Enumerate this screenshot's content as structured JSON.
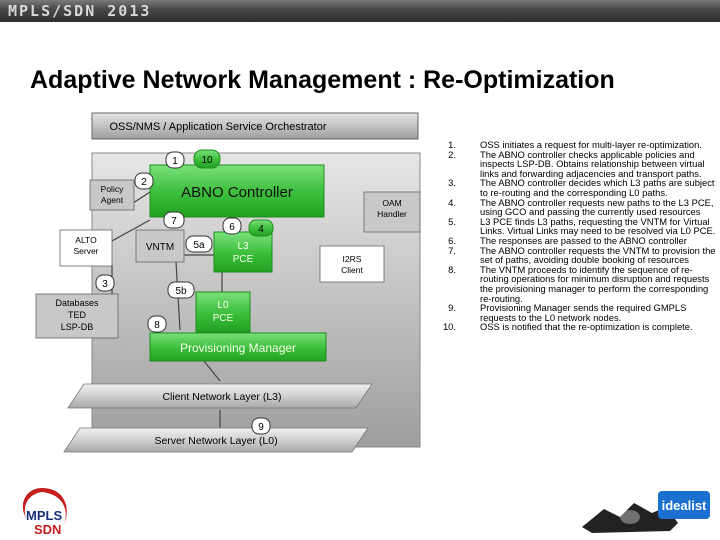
{
  "header": {
    "brand": "MPLS/SDN 2013"
  },
  "title": "Adaptive Network Management : Re-Optimization",
  "diagram": {
    "oss_bar": "OSS/NMS / Application Service Orchestrator",
    "abno_controller": "ABNO Controller",
    "policy_agent": [
      "Policy",
      "Agent"
    ],
    "oam_handler": [
      "OAM",
      "Handler"
    ],
    "alto_server": [
      "ALTO",
      "Server"
    ],
    "vntm": "VNTM",
    "l3_pce": [
      "L3",
      "PCE"
    ],
    "l0_pce": [
      "L0",
      "PCE"
    ],
    "i2rs_client": [
      "I2RS",
      "Client"
    ],
    "databases": [
      "Databases",
      "TED",
      "LSP-DB"
    ],
    "provisioning_manager": "Provisioning Manager",
    "client_layer": "Client Network Layer (L3)",
    "server_layer": "Server Network Layer (L0)",
    "markers": {
      "m1": "1",
      "m10": "10",
      "m2": "2",
      "m3": "3",
      "m4": "4",
      "m5a": "5a",
      "m5b": "5b",
      "m6": "6",
      "m7": "7",
      "m8": "8",
      "m9": "9"
    }
  },
  "steps": [
    {
      "num": "1.",
      "text": "OSS initiates a request for multi-layer re-optimization."
    },
    {
      "num": "2.",
      "text": "The ABNO controller checks applicable policies and inspects LSP-DB. Obtains relationship between virtual links and forwarding adjacencies and transport paths."
    },
    {
      "num": "3.",
      "text": "The ABNO controller decides which L3 paths are subject to re-routing and the corresponding L0 paths."
    },
    {
      "num": "4.",
      "text": "The ABNO controller requests new paths to the L3 PCE, using GCO and passing the currently used resources"
    },
    {
      "num": "5.",
      "text": "L3 PCE finds L3 paths, requesting the VNTM for Virtual Links. Virtual Links may need to be resolved via L0 PCE."
    },
    {
      "num": "6.",
      "text": "The responses are passed to the ABNO controller"
    },
    {
      "num": "7.",
      "text": "The ABNO controller requests the VNTM to provision the set of paths, avoiding double booking of resources"
    },
    {
      "num": "8.",
      "text": "The VNTM proceeds to identify the sequence of re-routing operations for minimum disruption and requests the provisioning manager to perform the corresponding re-routing."
    },
    {
      "num": "9.",
      "text": "Provisioning Manager sends the required GMPLS requests to the L0 network nodes."
    },
    {
      "num": "10.",
      "text": "OSS is notified that the re-optimization is complete."
    }
  ],
  "logos": {
    "mpls": "MPLS",
    "sdn": "SDN",
    "idealist": "idealist"
  },
  "colors": {
    "green": "#3fc03f",
    "green_dark": "#1e8e1e",
    "gray_box": "#bdbdbd",
    "title_bar": "#3a3a3a"
  }
}
